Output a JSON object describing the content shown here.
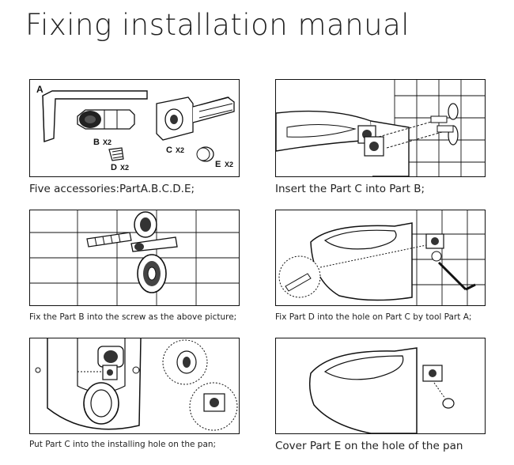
{
  "title": "Fixing installation manual",
  "panels": [
    {
      "caption": "Five accessories:PartA.B.C.D.E;",
      "parts": [
        {
          "letter": "A",
          "qty": ""
        },
        {
          "letter": "B",
          "qty": "X2"
        },
        {
          "letter": "C",
          "qty": "X2"
        },
        {
          "letter": "D",
          "qty": "X2"
        },
        {
          "letter": "E",
          "qty": "X2"
        }
      ]
    },
    {
      "caption": "Insert the Part C into Part B;"
    },
    {
      "caption": "Fix the Part B into the screw as the above picture;"
    },
    {
      "caption": "Fix Part D into the hole on Part C by tool Part A;"
    },
    {
      "caption": "Put Part C into the installing hole on the pan;"
    },
    {
      "caption": "Cover Part E on the hole of the pan"
    }
  ]
}
